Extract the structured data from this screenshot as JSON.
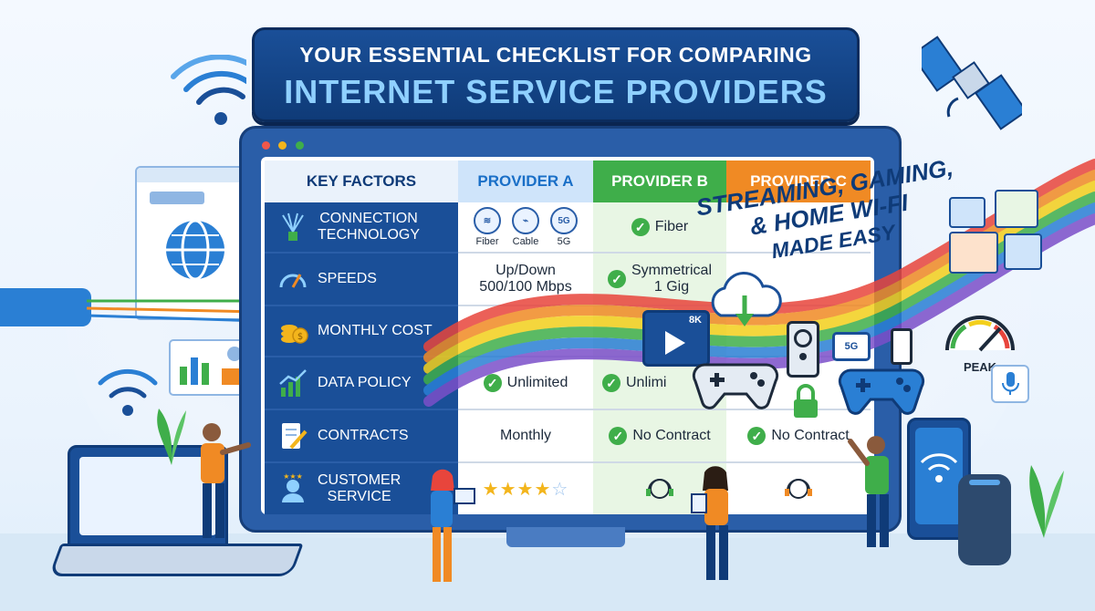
{
  "banner": {
    "line1": "YOUR ESSENTIAL CHECKLIST FOR COMPARING",
    "line2": "INTERNET SERVICE PROVIDERS"
  },
  "table": {
    "header": {
      "factors": "KEY FACTORS",
      "provider_a": "PROVIDER A",
      "provider_b": "PROVIDER B",
      "provider_c": "PROVIDER C"
    },
    "factors": [
      {
        "line1": "CONNECTION",
        "line2": "TECHNOLOGY",
        "icon": "fiber-strands-icon"
      },
      {
        "line1": "SPEEDS",
        "line2": "",
        "icon": "speedometer-icon"
      },
      {
        "line1": "MONTHLY COST",
        "line2": "",
        "icon": "coin-stack-icon"
      },
      {
        "line1": "DATA POLICY",
        "line2": "",
        "icon": "growth-chart-icon"
      },
      {
        "line1": "CONTRACTS",
        "line2": "",
        "icon": "document-pen-icon"
      },
      {
        "line1": "CUSTOMER",
        "line2": "SERVICE",
        "icon": "support-agent-icon"
      }
    ],
    "provider_a": {
      "tech_chips": [
        {
          "label": "Fiber",
          "icon": "fiber-icon"
        },
        {
          "label": "Cable",
          "icon": "cable-icon"
        },
        {
          "label": "5G",
          "icon": "5g-icon",
          "badge": "5G"
        }
      ],
      "speeds_line1": "Up/Down",
      "speeds_line2": "500/100 Mbps",
      "data_policy": "Unlimited",
      "contracts": "Monthly",
      "rating": 4.5
    },
    "provider_b": {
      "tech": "Fiber",
      "speeds_line1": "Symmetrical",
      "speeds_line2": "1 Gig",
      "data_policy": "Unlimi",
      "contracts": "No Contract"
    },
    "provider_c": {
      "contracts": "No Contract"
    }
  },
  "tagline": {
    "line1": "STREAMING, GAMING,",
    "line2": "& HOME WI-FI",
    "line3": "MADE EASY"
  },
  "video_badge": "8K",
  "router_badge": "5G",
  "speedometer_label": "PEAK",
  "colors": {
    "navy": "#0f3b78",
    "factor_column": "#1a4f98",
    "provider_a": "#2a7fd4",
    "provider_b": "#3fae4a",
    "provider_c": "#f08a24",
    "check": "#3fae4a",
    "star": "#f3b51c"
  }
}
